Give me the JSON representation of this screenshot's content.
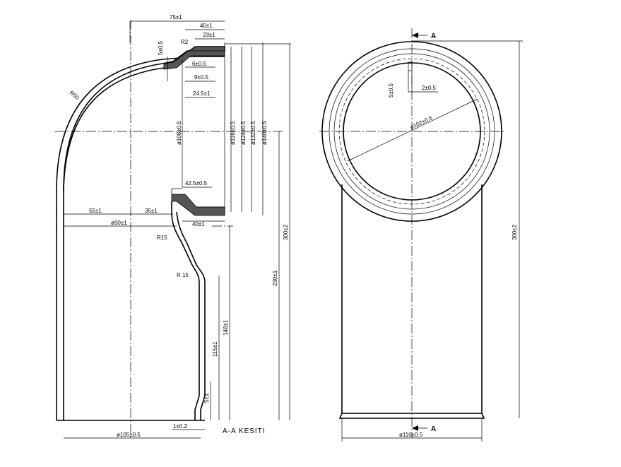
{
  "section_view": {
    "dims": {
      "d75": "75±1",
      "d40_top": "40±1",
      "d23": "23±1",
      "r2": "R2",
      "d5_05": "5±0.5",
      "d6": "6±0.5",
      "d9": "9±0.5",
      "d24_5": "24.5±1",
      "r50": "R50",
      "d108": "ø108±0.5",
      "d116": "ø116±0.5",
      "d124": "ø124±0.5",
      "d132": "ø132±0.5",
      "d140": "ø140±0.5",
      "d42_5": "42.5±0.5",
      "d55": "55±1",
      "d35": "35±1",
      "d90": "ø90±1",
      "d40_bot": "40±1",
      "r15a": "R15",
      "r15b": "R 15",
      "d300": "300±2",
      "d230": "230±1",
      "d148": "148±1",
      "d115": "115±1",
      "d5_1": "5±1",
      "d1": "1±0.2",
      "d105": "ø105±0.5"
    },
    "title": "A-A KESITI"
  },
  "side_view": {
    "dims": {
      "d5_05": "5±0.5",
      "d2": "2±0.5",
      "d102": "ø102±0.5",
      "d300": "300±2",
      "d110": "ø110±0.5"
    },
    "section_mark_top": "A",
    "section_mark_bottom": "A"
  }
}
